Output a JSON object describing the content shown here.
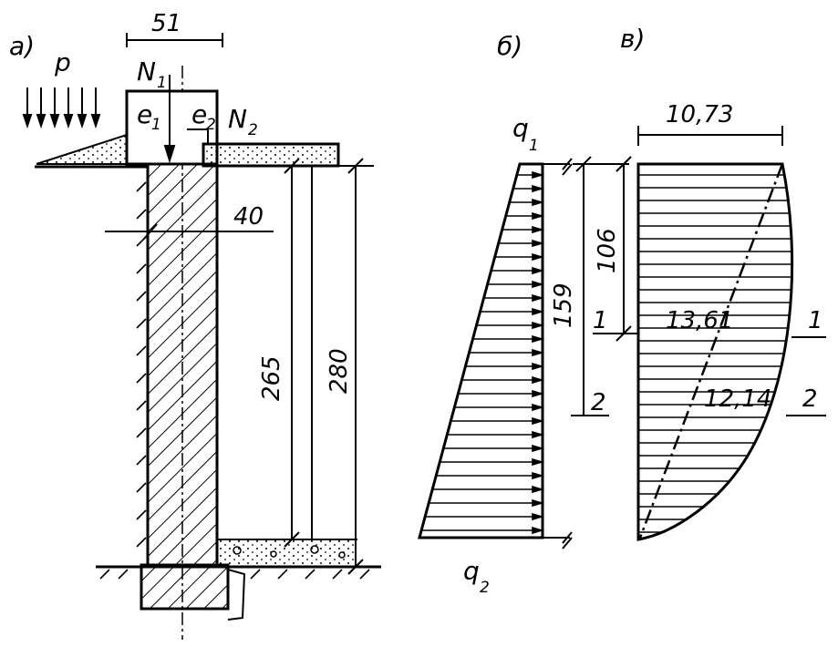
{
  "panels": {
    "a": "а)",
    "b": "б)",
    "v": "в)"
  },
  "wall": {
    "load_label": "p",
    "n1": "N",
    "n1_sub": "1",
    "n2": "N",
    "n2_sub": "2",
    "e1": "e",
    "e1_sub": "1",
    "e2": "e",
    "e2_sub": "2",
    "width_top": "51",
    "width_wall": "40",
    "height_inner": "265",
    "height_outer": "280"
  },
  "pressure": {
    "q1": "q",
    "q1_sub": "1",
    "q2": "q",
    "q2_sub": "2"
  },
  "moment": {
    "top_value": "10,73",
    "value_1": "13,61",
    "value_2": "12,14",
    "dim_106": "106",
    "dim_159": "159",
    "sec_1_left": "1",
    "sec_2_left": "2",
    "sec_1_right": "1",
    "sec_2_right": "2"
  }
}
